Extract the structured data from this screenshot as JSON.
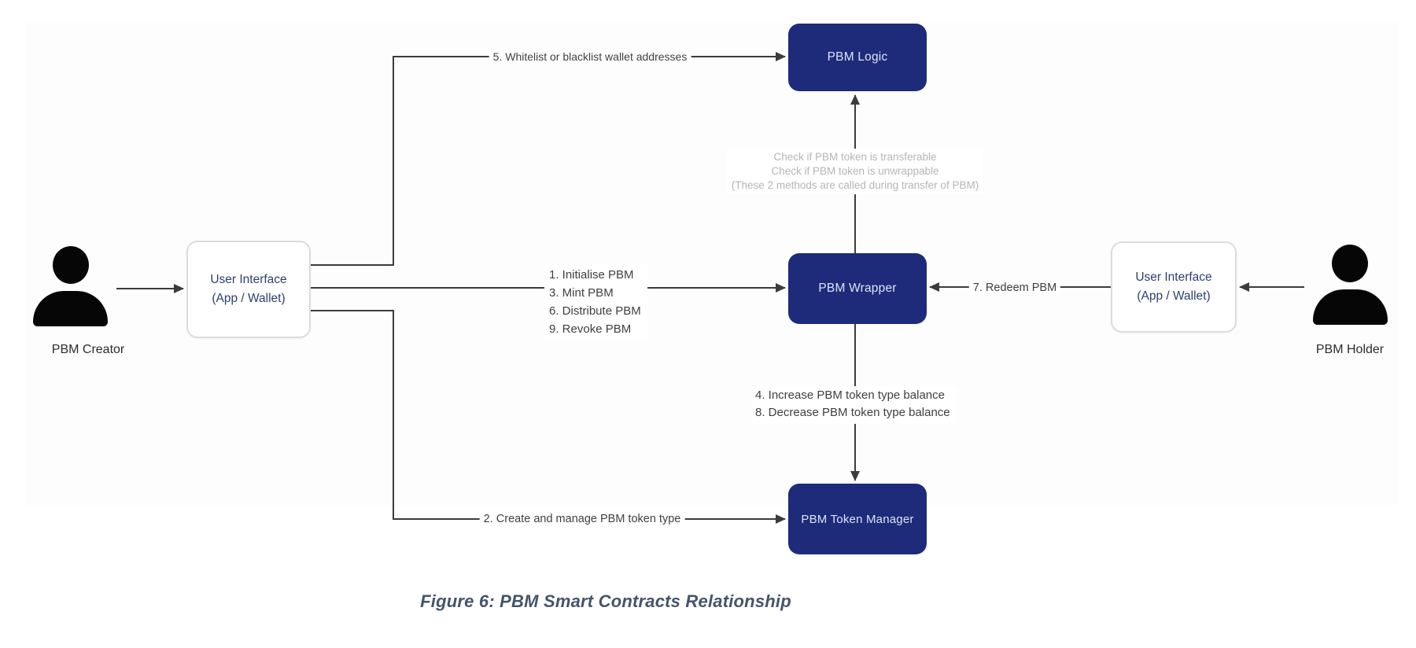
{
  "diagram": {
    "caption": "Figure 6: PBM Smart Contracts Relationship",
    "actors": {
      "creator": {
        "label": "PBM Creator"
      },
      "holder": {
        "label": "PBM Holder"
      }
    },
    "nodes": {
      "ui_left": {
        "line1": "User Interface",
        "line2": "(App / Wallet)"
      },
      "ui_right": {
        "line1": "User Interface",
        "line2": "(App / Wallet)"
      },
      "pbm_logic": {
        "label": "PBM Logic"
      },
      "pbm_wrapper": {
        "label": "PBM Wrapper"
      },
      "pbm_token_manager": {
        "label": "PBM Token Manager"
      }
    },
    "edges": {
      "whitelist": {
        "label": "5. Whitelist or blacklist wallet addresses"
      },
      "wrapper_ops": {
        "lines": [
          "1. Initialise PBM",
          "3. Mint PBM",
          "6. Distribute PBM",
          "9. Revoke PBM"
        ]
      },
      "create_manage": {
        "label": "2. Create and manage PBM token type"
      },
      "logic_checks": {
        "lines": [
          "Check if PBM token is transferable",
          "Check if PBM token is unwrappable",
          "(These 2 methods are called during transfer of PBM)"
        ]
      },
      "balance": {
        "lines": [
          "4. Increase PBM token type balance",
          "8. Decrease PBM token type balance"
        ]
      },
      "redeem": {
        "label": "7. Redeem PBM"
      }
    },
    "colors": {
      "node_fill": "#1d2b7a",
      "node_text": "#dde4f5",
      "ui_box_text": "#2d3f6e",
      "ui_box_border": "#dcdcdc",
      "connector": "#3c3c3c",
      "hint_text": "#b5b5b5",
      "caption_text": "#44546a"
    }
  }
}
